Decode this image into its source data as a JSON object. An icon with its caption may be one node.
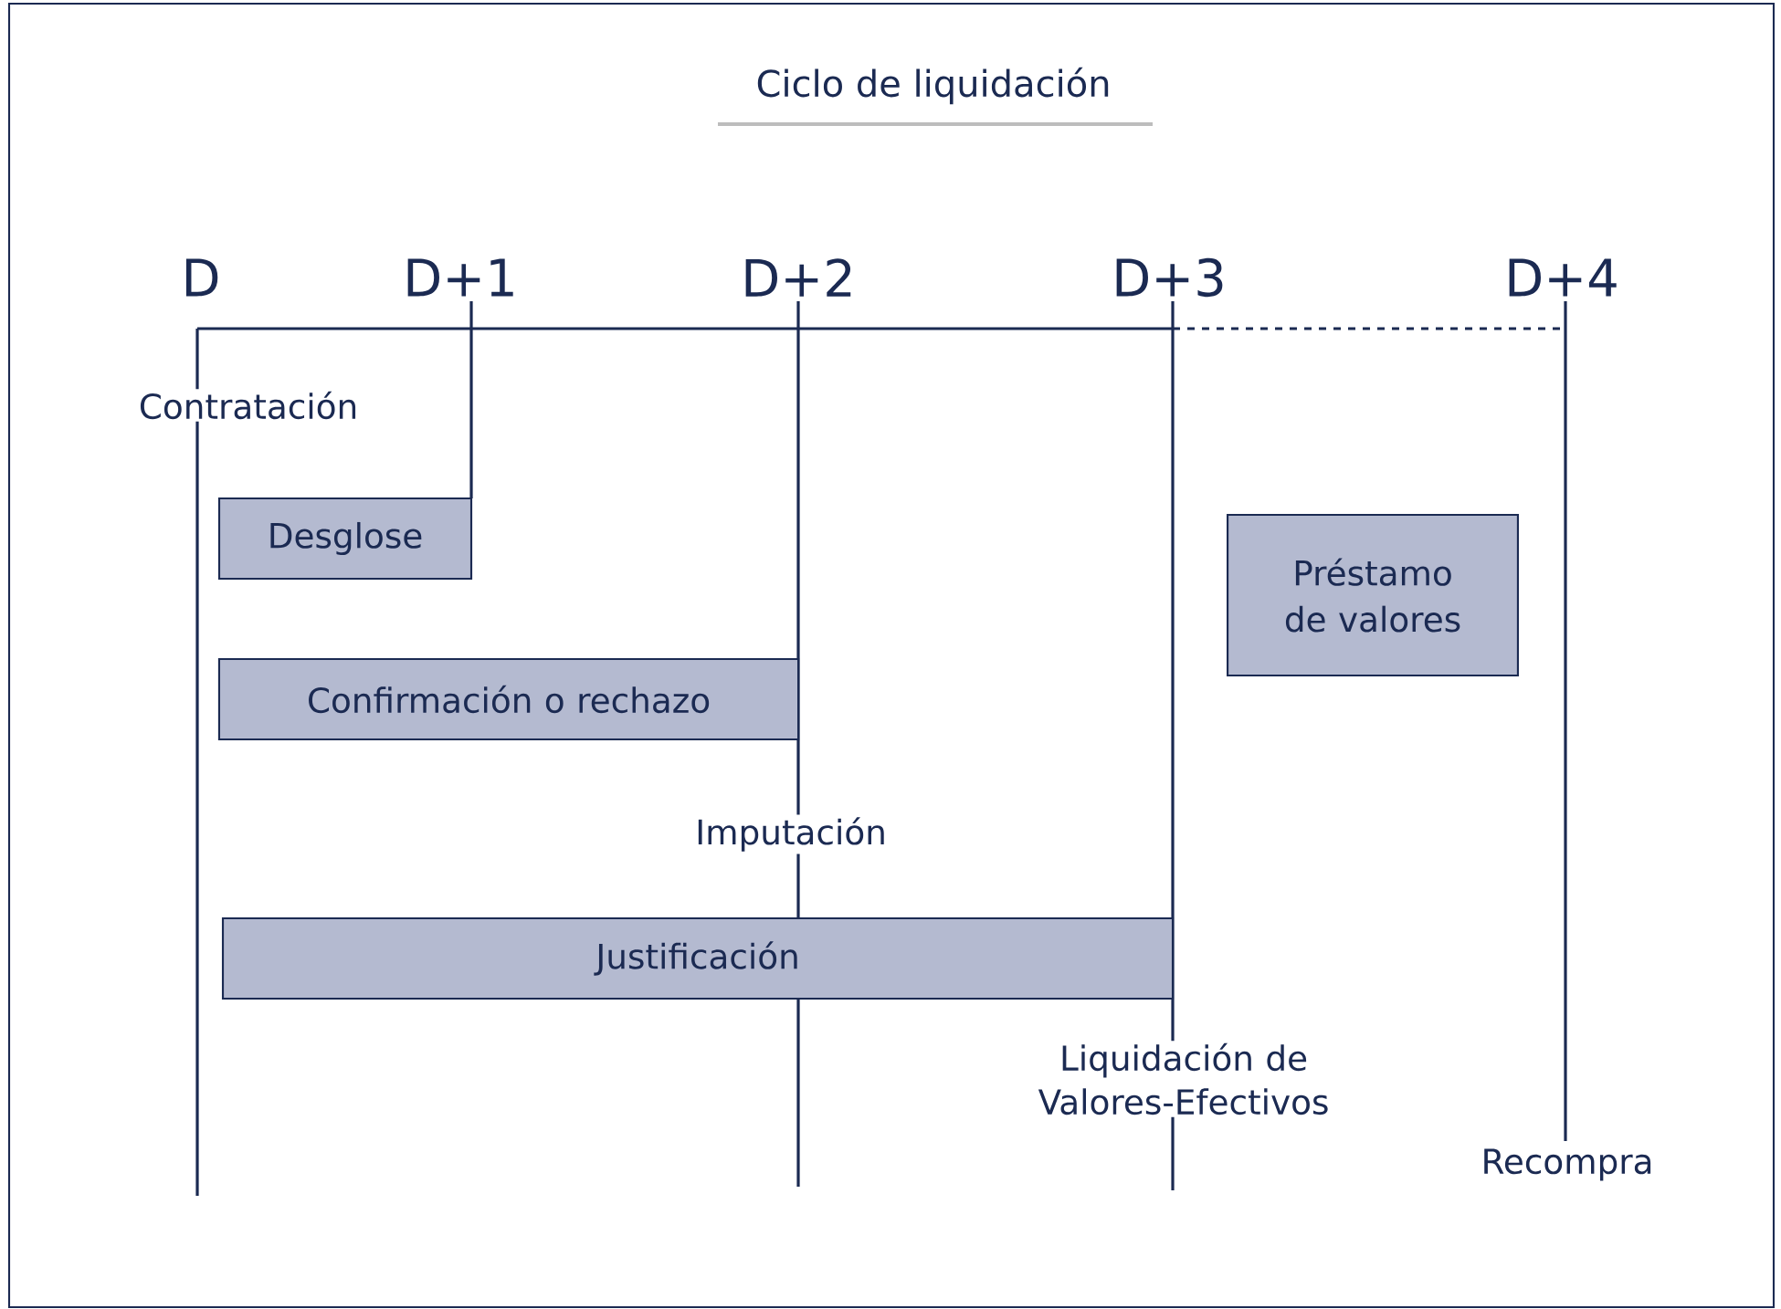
{
  "diagram": {
    "title": "Ciclo de liquidación",
    "nodes": [
      {
        "text": [
          "Desglose"
        ]
      },
      {
        "text": [
          "Confirmación o rechazo"
        ]
      },
      {
        "text": [
          "Justificación"
        ]
      },
      {
        "text": [
          "Préstamo de valores"
        ]
      }
    ],
    "labels": [
      "D",
      "D+1",
      "D+2",
      "D+3",
      "D+4",
      "Contratación",
      "Imputación",
      "Liquidación de Valores-Efectivos",
      "Recompra"
    ]
  }
}
